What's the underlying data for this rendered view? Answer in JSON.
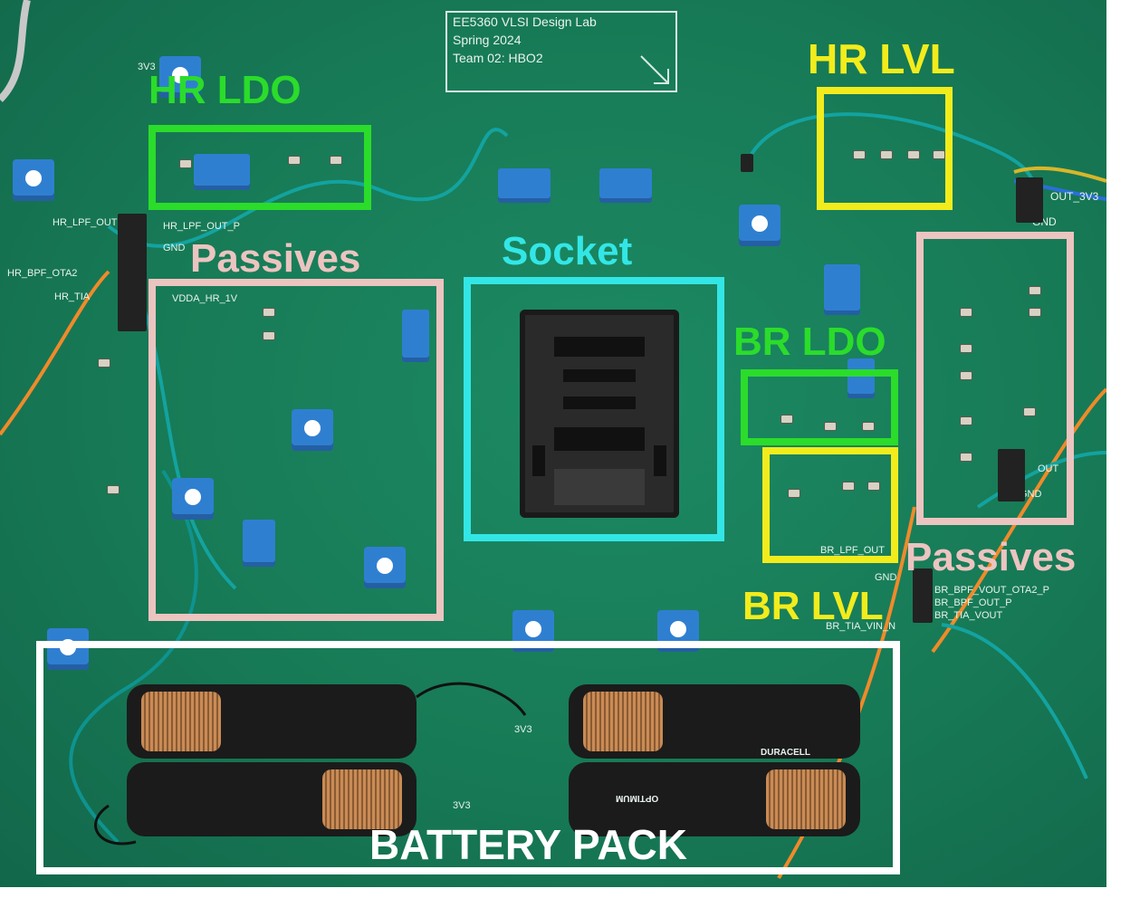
{
  "silkscreen": {
    "title_line1": "EE5360 VLSI Design Lab",
    "title_line2": "Spring 2024",
    "title_line3": "Team 02: HBO2",
    "hr_lpf_out": "HR_LPF_OUT",
    "hr_bpf_ota": "HR_BPF_OTA2",
    "hr_tia": "HR_TIA",
    "hr_lpf_out_p": "HR_LPF_OUT_P",
    "gnd": "GND",
    "vdda_hr": "VDDA_HR_1V",
    "out_3v3": "OUT_3V3",
    "out_3v5": "OUT",
    "br_lpf": "BR_LPF_OUT",
    "br_vout_ota": "BR_BPF_VOUT_OTA2_P",
    "br_bpf_out": "BR_BPF_OUT_P",
    "br_tia": "BR_TIA_VOUT",
    "br_tia_vin": "BR_TIA_VIN_N",
    "v3v3": "3V3",
    "brand": "DURACELL",
    "brand2": "OPTIMUM"
  },
  "annotations": {
    "hr_ldo": "HR LDO",
    "hr_lvl": "HR LVL",
    "passives_left": "Passives",
    "socket": "Socket",
    "br_ldo": "BR LDO",
    "br_lvl": "BR LVL",
    "passives_right": "Passives",
    "battery_pack": "BATTERY PACK"
  },
  "colors": {
    "board": "#177a56",
    "green": "#2bdc2b",
    "yellow": "#f2ec1c",
    "pink": "#ecc4c0",
    "cyan": "#33e6e6",
    "white": "#ffffff"
  }
}
